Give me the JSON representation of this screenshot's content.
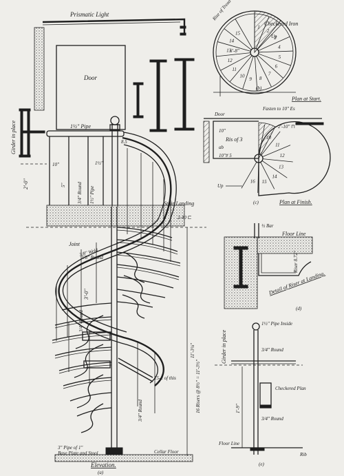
{
  "labels": {
    "prismatic_light": "Prismatic Light",
    "door": "Door",
    "girder_in_place_left": "Girder in place",
    "pipe_top": "1½\" Pipe",
    "dim_2_0": "2'-0\"",
    "dim_10": "10\"",
    "dim_15_a": "1½\"",
    "round_3_4": "3/4\" Round",
    "pipe_1_5": "1½\" Pipe",
    "dim_5": "5\"",
    "dim_8_5": "8.5",
    "stair_landing": "Stair Landing",
    "dim_2_40": "2-40 ⊏",
    "joint": "Joint",
    "weld": "3/8\" Weld",
    "dim_3_0": "3'-0\"",
    "round_a": "3/8\" Round",
    "round_b": "3/4\" Round",
    "sixteen_risers": "16 Risers @ 8½\" = 11'-3½\"",
    "seventeen_risers": "11'-3¼\"",
    "plus_15_2": "15-2 of this",
    "pipe_bottom": "3\" Pipe of 1\"",
    "base_plate": "Base Plate and Stool",
    "cellar_floor": "Cellar Floor",
    "elevation": "Elevation.",
    "elevation_tag": "(a)",
    "rise_of_tread": "Rise of Tread",
    "checkered_iron": "Checkered Iron",
    "up_b": "Up",
    "dim_6_8": "6'-8\"",
    "plan_at_start": "Plan at Start.",
    "tag_b": "(b)",
    "door_c": "Door",
    "fasten_to": "Fasten to 10\" Es",
    "dim_2_10": "2'-10\" ⊓",
    "dim_10_c": "10\"",
    "rise_of_3": "Ris of 3",
    "dim_ab": "ab",
    "dim_10_5": "10\"# 5",
    "up_c": "Up",
    "plan_at_finish": "Plan at Finish.",
    "tag_c": "(c)",
    "bar_d": "½ Bar",
    "floor_line_d": "Floor Line",
    "riser_d": "Riser 8.72\"",
    "detail_of_riser": "Detail of Riser at Landing.",
    "tag_d": "(d)",
    "pipe_inside": "1½\" Pipe Inside",
    "girder_in_place_right": "Girder in place",
    "round_e": "3/4\" Round",
    "checkered_e": "Checkered Plan",
    "dim_1_9": "1'-9\"",
    "round_e2": "3/4\" Round",
    "floor_line_e": "Floor Line",
    "rib_e": "Rib",
    "tag_e": "(e)",
    "step_numbers_b": [
      "1",
      "2",
      "3",
      "4",
      "5",
      "6",
      "7",
      "8",
      "9",
      "10",
      "11",
      "12",
      "13",
      "14",
      "15"
    ],
    "step_numbers_c": [
      "10",
      "11",
      "12",
      "13",
      "14",
      "15",
      "16"
    ]
  }
}
